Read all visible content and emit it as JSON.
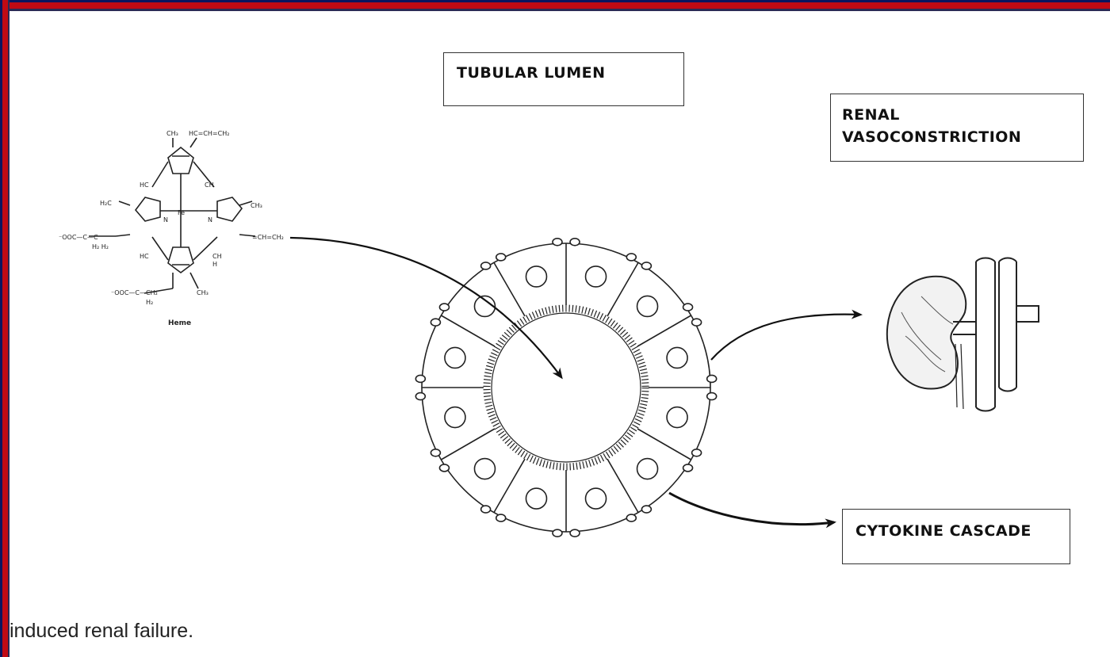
{
  "labels": {
    "tubular_lumen": "TUBULAR LUMEN",
    "renal_line1": "RENAL",
    "renal_line2": "VASOCONSTRICTION",
    "cytokine": "CYTOKINE CASCADE"
  },
  "molecule": {
    "name": "Heme",
    "groups": {
      "top_left": "CH₃",
      "top_right": "HC=CH=CH₂",
      "left_upper": "H₂C",
      "right_upper": "CH₃",
      "right_vinyl": "=CH=CH₂",
      "hc_top": "HC",
      "ch_top": "CH",
      "hc_bottom": "HC",
      "ch_bottom": "CH",
      "h_right": "H",
      "chain_top": "⁻OOC—C—C",
      "chain_top_h": "H₂  H₂",
      "chain_bottom": "⁻OOC—C—CH₂",
      "chain_bottom_h": "H₂",
      "bottom_right": "CH₃",
      "fe": "Fe",
      "n": "N"
    }
  },
  "caption": "induced renal failure.",
  "colors": {
    "frame_outer": "#0a1560",
    "frame_red": "#c00a14",
    "line": "#222222"
  },
  "icons": [
    "arrow-icon",
    "kidney-icon",
    "tubule-cross-section-icon"
  ]
}
